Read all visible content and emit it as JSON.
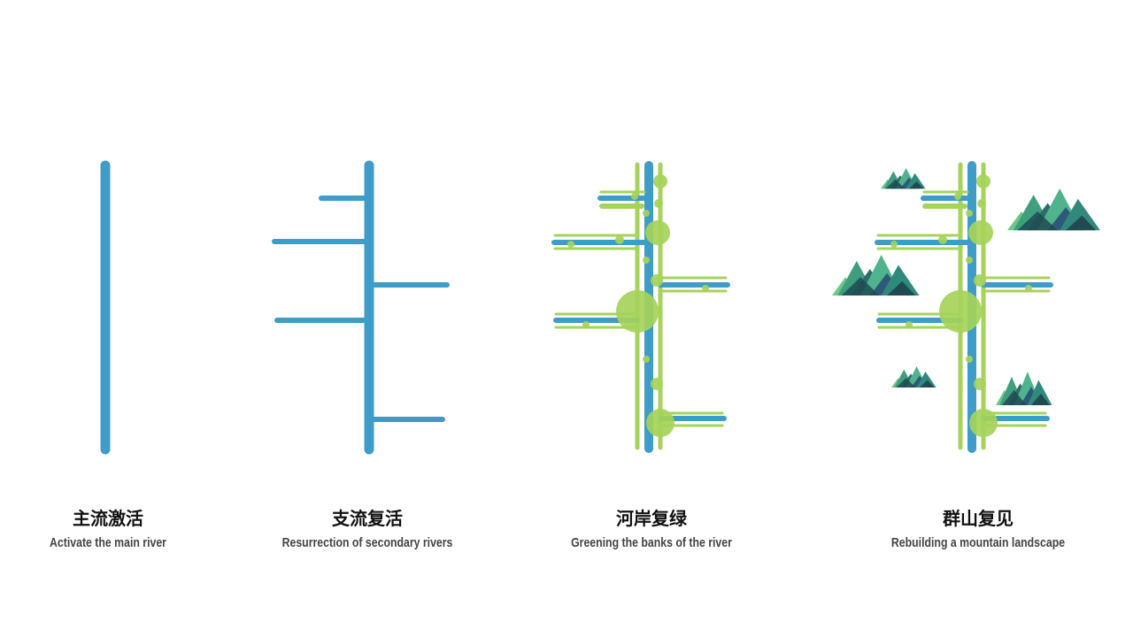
{
  "colors": {
    "river": "#3d9cc8",
    "green": "#a6d35a",
    "mountain_light": "#4fb38e",
    "mountain_dark": "#1f4a52"
  },
  "stages": [
    {
      "title_zh": "主流激活",
      "title_en": "Activate the main river"
    },
    {
      "title_zh": "支流复活",
      "title_en": "Resurrection of secondary rivers"
    },
    {
      "title_zh": "河岸复绿",
      "title_en": "Greening the banks of the river"
    },
    {
      "title_zh": "群山复见",
      "title_en": "Rebuilding a mountain landscape"
    }
  ]
}
